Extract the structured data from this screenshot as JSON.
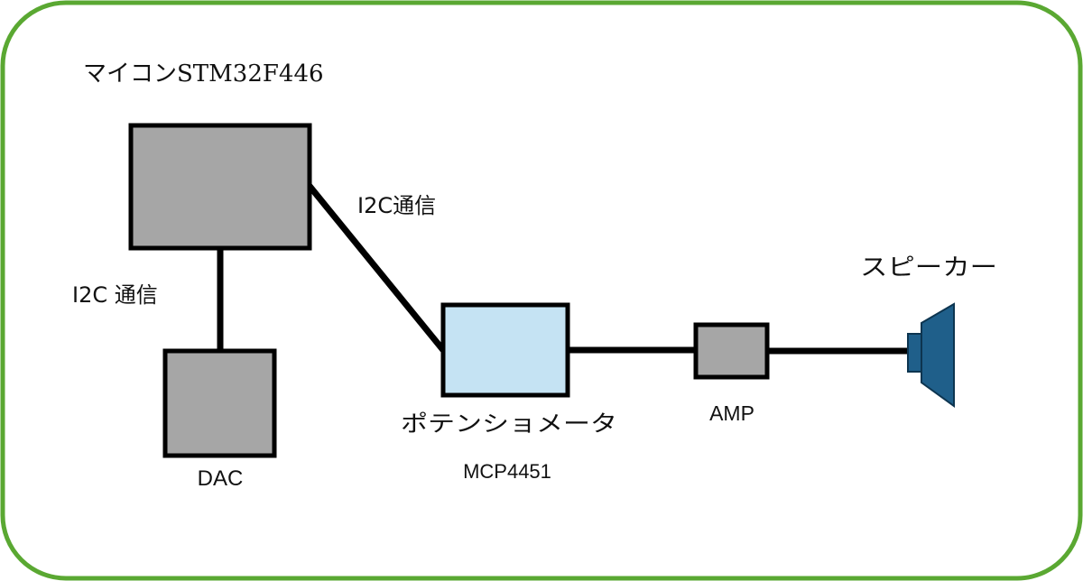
{
  "labels": {
    "mcu_title": "マイコンSTM32F446",
    "i2c_right": "I2C通信",
    "i2c_left": "I2C 通信",
    "dac": "DAC",
    "pot_name": "ポテンショメータ",
    "pot_part": "MCP4451",
    "amp": "AMP",
    "speaker": "スピーカー"
  },
  "colors": {
    "frame_border": "#5aa832",
    "box_gray": "#a6a6a6",
    "box_light_blue": "#c5e3f3",
    "speaker": "#1f5f8a",
    "line": "#000000"
  },
  "icons": {
    "speaker": "speaker-icon"
  }
}
